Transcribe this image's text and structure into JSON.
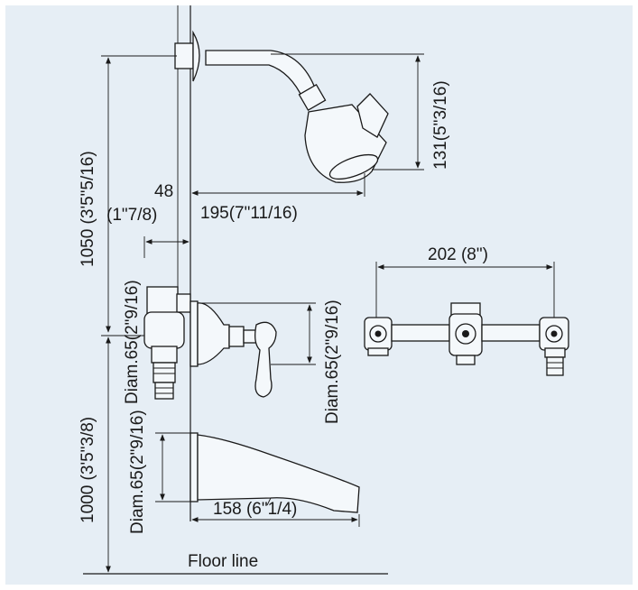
{
  "colors": {
    "background": "#e6eef5",
    "ink": "#1a1a1a",
    "frame": "#ffffff"
  },
  "dimensions": {
    "shower_arm_height": "1050 (3'5\"5/16)",
    "spout_height": "1000 (3'5\"3/8)",
    "arm_offset_mm": "48",
    "arm_offset_in": "(1\"7/8)",
    "arm_reach": "195(7\"11/16)",
    "head_drop": "131(5\"3/16)",
    "valve_centers": "202 (8\")",
    "handle_plate_diam": "Diam.65(2\"9/16)",
    "valve_diam": "Diam.65(2\"9/16)",
    "spout_diam": "Diam.65(2\"9/16)",
    "spout_reach": "158 (6\"1/4)"
  },
  "labels": {
    "floor_line": "Floor line"
  }
}
